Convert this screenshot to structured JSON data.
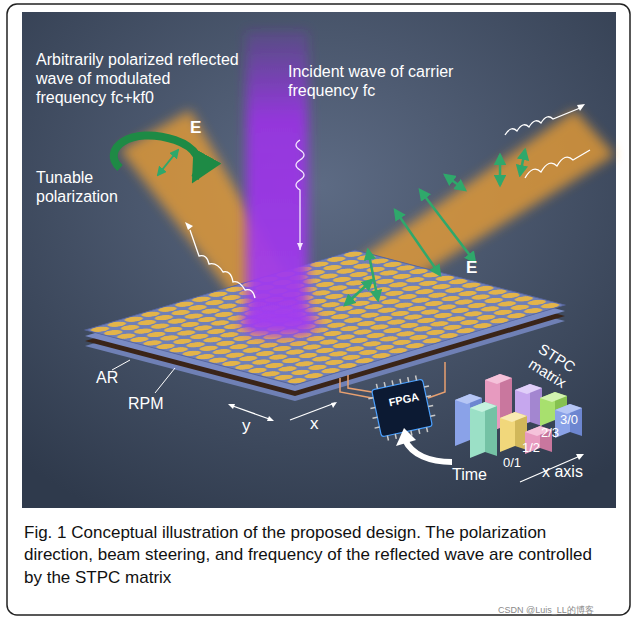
{
  "diagram": {
    "caption": "Fig. 1 Conceptual illustration of the proposed design. The polarization direction, beam steering, and frequency of the reflected wave are controlled by the STPC matrix",
    "labels": [
      "Arbitrarily polarized reflected wave of modulated frequency fc+kf0",
      "Tunable polarization",
      "E",
      "Incident wave of carrier frequency fc",
      "E",
      "AR",
      "RPM",
      "y",
      "x",
      "FPGA",
      "STPC matrix",
      "3/0",
      "2/3",
      "1/2",
      "0/1",
      "Time",
      "x axis",
      "CSDN @Luis_LL的博客"
    ]
  }
}
